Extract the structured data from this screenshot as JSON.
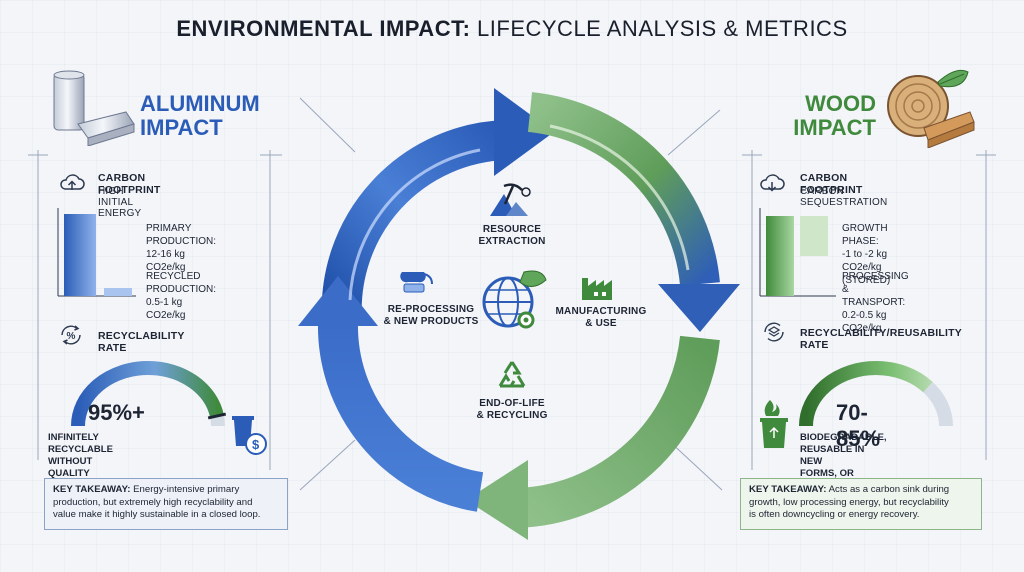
{
  "title": {
    "bold": "ENVIRONMENTAL IMPACT:",
    "rest": " LIFECYCLE ANALYSIS & METRICS"
  },
  "aluminum": {
    "heading_line1": "ALUMINUM",
    "heading_line2": "IMPACT",
    "carbon_title": "CARBON FOOTPRINT",
    "carbon_sub": "HIGH INITIAL ENERGY",
    "primary_label": "PRIMARY PRODUCTION:",
    "primary_value": "12-16 kg CO2e/kg",
    "recycled_label": "RECYCLED PRODUCTION:",
    "recycled_value": "0.5-1 kg CO2e/kg",
    "recyclability_title": "RECYCLABILITY RATE",
    "rate": "95%+",
    "rate_fraction": 0.95,
    "note_line1": "INFINITELY RECYCLABLE WITHOUT",
    "note_line2": "QUALITY LOSS. HIGH VALUE SCRAP",
    "takeaway_label": "KEY TAKEAWAY:",
    "takeaway_line1": " Energy-intensive primary",
    "takeaway_line2": "production, but extremely high recyclability and",
    "takeaway_line3": "value make it highly sustainable in a closed loop.",
    "color": "#2b5db8"
  },
  "wood": {
    "heading_line1": "WOOD",
    "heading_line2": "IMPACT",
    "carbon_title": "CARBON FOOTPRINT",
    "carbon_sub": "CARBON SEQUESTRATION",
    "growth_label": "GROWTH PHASE:",
    "growth_value": "-1 to -2 kg CO2e/kg (STORED)",
    "processing_label": "PROCESSING & TRANSPORT:",
    "processing_value": "0.2-0.5 kg CO2e/kg",
    "recyclability_title": "RECYCLABILITY/REUSABILITY RATE",
    "rate": "70-85%",
    "rate_fraction": 0.78,
    "note_line1": "BIODEGRADABLE, REUSABLE IN NEW",
    "note_line2": "FORMS, OR ENERGY RECOVERY",
    "takeaway_label": "KEY TAKEAWAY:",
    "takeaway_line1": " Acts as a carbon sink during",
    "takeaway_line2": "growth, low processing energy, but recyclability",
    "takeaway_line3": "is often downcycling or energy recovery.",
    "color": "#3f8a3c"
  },
  "cycle": {
    "resource_line1": "RESOURCE",
    "resource_line2": "EXTRACTION",
    "manufacturing_line1": "MANUFACTURING",
    "manufacturing_line2": "& USE",
    "eol_line1": "END-OF-LIFE",
    "eol_line2": "& RECYCLING",
    "reprocessing_line1": "RE-PROCESSING",
    "reprocessing_line2": "& NEW PRODUCTS"
  },
  "icons": {
    "aluminum_can": "aluminum-can-icon",
    "ingot": "aluminum-ingot-icon",
    "log": "wood-log-icon",
    "cloud": "cloud-upload-icon",
    "recycle_percent": "percent-recycle-icon",
    "trash": "trash-dollar-icon",
    "layers": "layers-recycle-icon",
    "bin": "recycle-bin-fire-icon",
    "pickaxe": "pickaxe-mountain-icon",
    "factory": "factory-icon",
    "recycle": "recycle-icon",
    "pour": "ladle-pour-icon",
    "globe": "globe-leaf-gear-icon"
  }
}
